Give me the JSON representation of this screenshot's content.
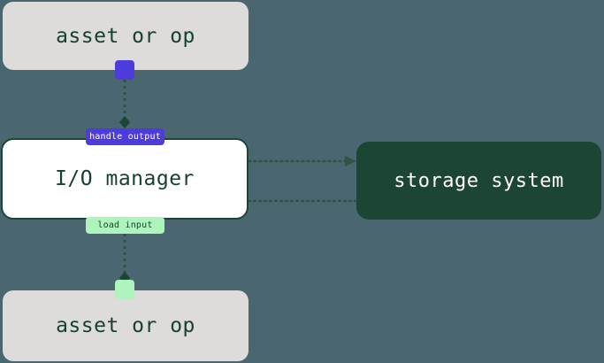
{
  "diagram": {
    "title": "io-manager-dataflow",
    "background_color": "#4a6670",
    "nodes": [
      {
        "id": "asset-top",
        "label": "asset or op",
        "fill": "#dddcda",
        "text_color": "#17412f"
      },
      {
        "id": "io-manager",
        "label": "I/O manager",
        "fill": "#ffffff",
        "border_color": "#1d4534",
        "text_color": "#17412f"
      },
      {
        "id": "storage-system",
        "label": "storage system",
        "fill": "#1d4534",
        "text_color": "#ffffff"
      },
      {
        "id": "asset-bottom",
        "label": "asset or op",
        "fill": "#dddcda",
        "text_color": "#17412f"
      }
    ],
    "edge_labels": [
      {
        "id": "handle-output",
        "text": "handle output",
        "fill": "#4e3bdb",
        "text_color": "#ffffff"
      },
      {
        "id": "load-input",
        "text": "load input",
        "fill": "#adf5bc",
        "text_color": "#17412f"
      }
    ],
    "ports": [
      {
        "id": "handle-output-port",
        "color": "#4e3bdb"
      },
      {
        "id": "load-input-port",
        "color": "#adf5bc"
      }
    ],
    "edges": [
      {
        "id": "asset-to-io",
        "from": "asset-top",
        "to": "io-manager",
        "style": "dotted",
        "marker": "diamond"
      },
      {
        "id": "io-to-storage",
        "from": "io-manager",
        "to": "storage-system",
        "style": "dotted",
        "marker": "arrow"
      },
      {
        "id": "storage-to-io",
        "from": "storage-system",
        "to": "io-manager",
        "style": "dotted",
        "marker": "arrow"
      },
      {
        "id": "io-to-asset",
        "from": "io-manager",
        "to": "asset-bottom",
        "style": "dotted",
        "marker": "diamond"
      }
    ],
    "edge_color": "#2f5446"
  }
}
